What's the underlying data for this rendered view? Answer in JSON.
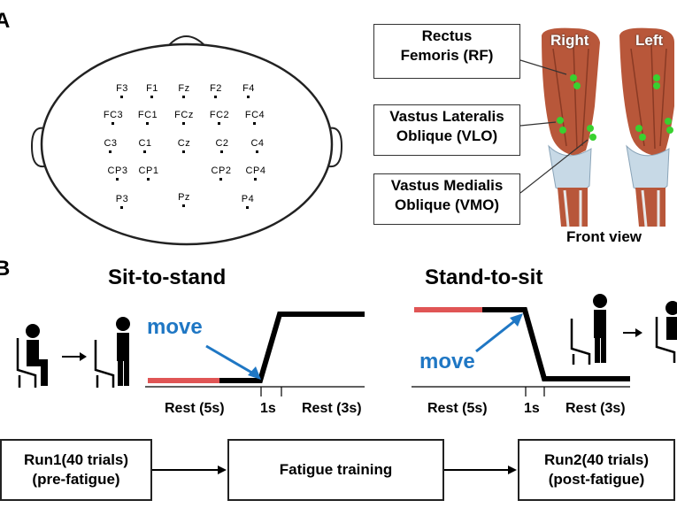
{
  "panels": {
    "a": "A",
    "b": "B"
  },
  "electrodes": [
    {
      "label": "F3"
    },
    {
      "label": "F1"
    },
    {
      "label": "Fz"
    },
    {
      "label": "F2"
    },
    {
      "label": "F4"
    },
    {
      "label": "FC3"
    },
    {
      "label": "FC1"
    },
    {
      "label": "FCz"
    },
    {
      "label": "FC2"
    },
    {
      "label": "FC4"
    },
    {
      "label": "C3"
    },
    {
      "label": "C1"
    },
    {
      "label": "Cz"
    },
    {
      "label": "C2"
    },
    {
      "label": "C4"
    },
    {
      "label": "CP3"
    },
    {
      "label": "CP1"
    },
    {
      "label": "CP2"
    },
    {
      "label": "CP4"
    },
    {
      "label": "P3"
    },
    {
      "label": "Pz"
    },
    {
      "label": "P4"
    }
  ],
  "muscles": {
    "rf": {
      "line1": "Rectus",
      "line2": "Femoris (RF)"
    },
    "vlo": {
      "line1": "Vastus Lateralis",
      "line2": "Oblique (VLO)"
    },
    "vmo": {
      "line1": "Vastus Medialis",
      "line2": "Oblique (VMO)"
    }
  },
  "legs": {
    "right": "Right",
    "left": "Left",
    "view": "Front view"
  },
  "sit_to_stand": {
    "title": "Sit-to-stand",
    "move": "move",
    "rest1": "Rest (5s)",
    "mid": "1s",
    "rest2": "Rest (3s)"
  },
  "stand_to_sit": {
    "title": "Stand-to-sit",
    "move": "move",
    "rest1": "Rest (5s)",
    "mid": "1s",
    "rest2": "Rest (3s)"
  },
  "flow": {
    "run1": {
      "line1": "Run1(40 trials)",
      "line2": "(pre-fatigue)"
    },
    "fatigue": "Fatigue training",
    "run2": {
      "line1": "Run2(40 trials)",
      "line2": "(post-fatigue)"
    }
  },
  "colors": {
    "rest_red": "#e05555",
    "arrow_blue": "#1f77c4",
    "electrode_green": "#39d12f",
    "skin": "#c96b4a"
  }
}
